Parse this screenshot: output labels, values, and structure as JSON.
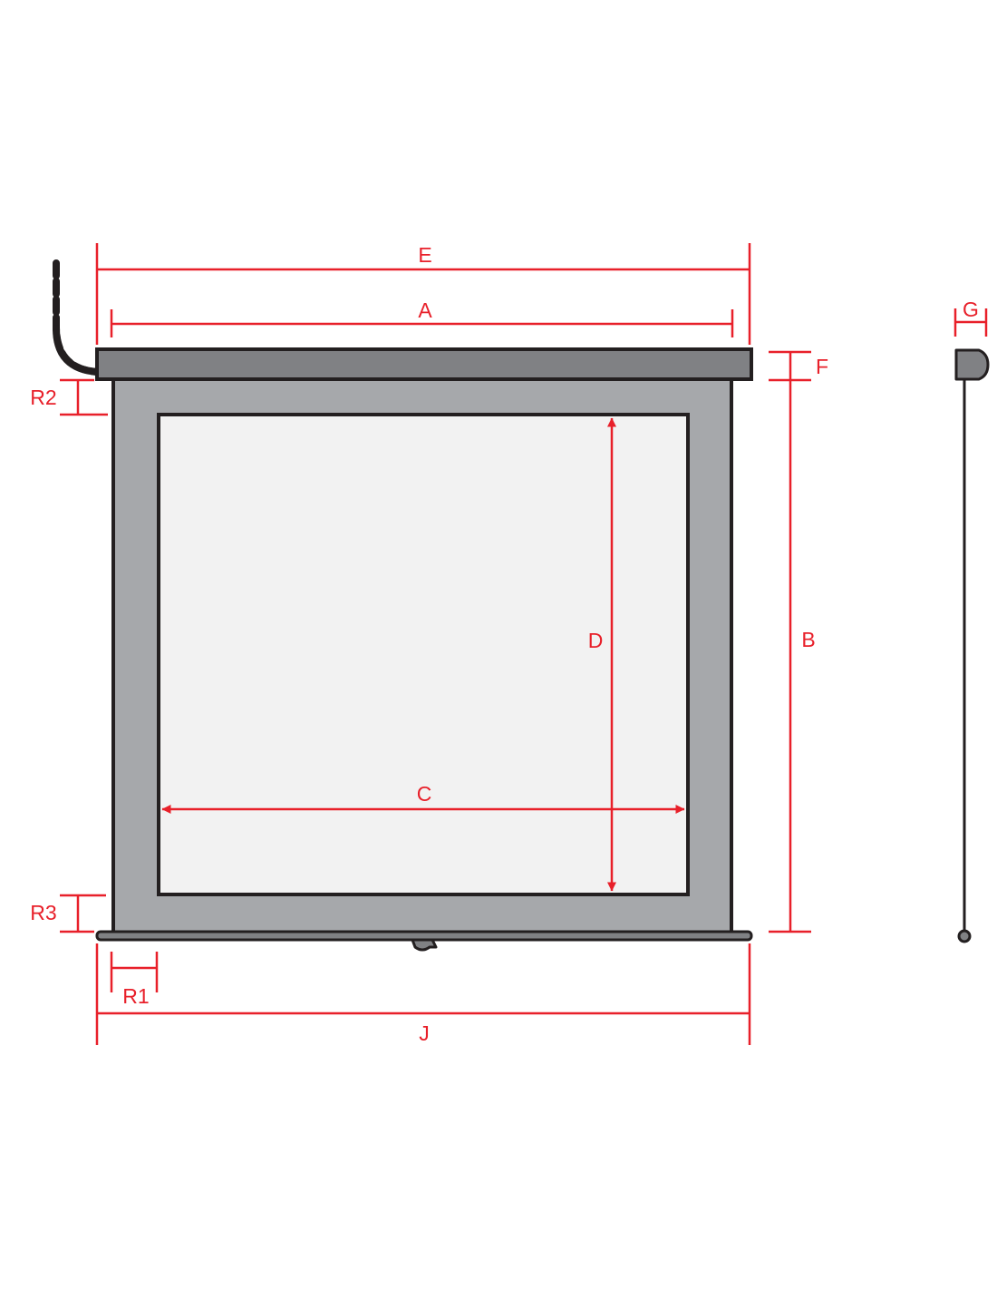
{
  "colors": {
    "dimension": "#e8202a",
    "outline": "#231f20",
    "roller_housing": "#808184",
    "border_gray": "#a6a8ab",
    "screen_surface": "#f2f2f2",
    "background": "#ffffff"
  },
  "labels": {
    "E": "E",
    "A": "A",
    "F": "F",
    "G": "G",
    "R2": "R2",
    "D": "D",
    "B": "B",
    "C": "C",
    "R3": "R3",
    "R1": "R1",
    "J": "J"
  },
  "icons": {
    "cable": "power-cable-icon",
    "pull_handle": "pull-handle-icon",
    "side_profile": "side-profile-view"
  }
}
